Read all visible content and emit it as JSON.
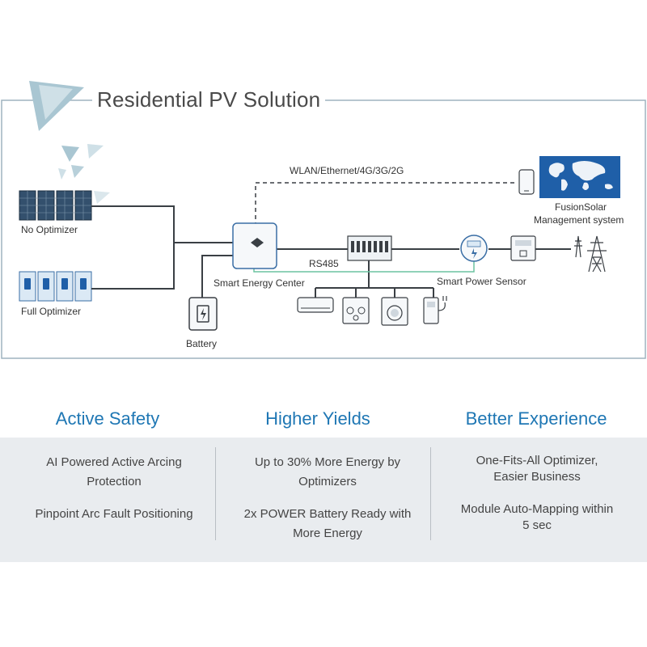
{
  "diagram": {
    "title": "Residential PV Solution",
    "labels": {
      "no_optimizer": "No Optimizer",
      "full_optimizer": "Full Optimizer",
      "battery": "Battery",
      "smart_energy_center": "Smart Energy Center",
      "rs485": "RS485",
      "wlan": "WLAN/Ethernet/4G/3G/2G",
      "smart_power_sensor": "Smart Power Sensor",
      "fusionsolar_line1": "FusionSolar",
      "fusionsolar_line2": "Management system"
    },
    "colors": {
      "frame": "#9fb3bf",
      "line": "#3a3f44",
      "rs485": "#6cc4a0",
      "accent": "#1f5fa8"
    }
  },
  "features": [
    {
      "heading": "Active Safety",
      "items": [
        "AI Powered Active Arcing Protection",
        "Pinpoint Arc Fault Positioning"
      ]
    },
    {
      "heading": "Higher Yields",
      "items": [
        "Up to 30% More Energy by Optimizers",
        "2x POWER Battery Ready with More Energy"
      ]
    },
    {
      "heading": "Better Experience",
      "items": [
        "One-Fits-All Optimizer, Easier Business",
        "Module Auto-Mapping within 5 sec"
      ]
    }
  ]
}
